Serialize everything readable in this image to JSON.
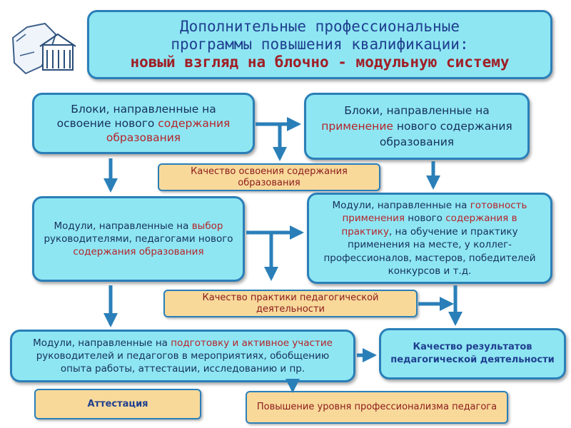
{
  "title": {
    "line1": "Дополнительные профессиональные",
    "line2": "программы повышения квалификации:",
    "line3": "новый взгляд на блочно - модульную систему"
  },
  "blocks": {
    "left": {
      "p1": "Блоки, направленные на освоение нового",
      "h1": "содержания образования"
    },
    "right": {
      "p1": "Блоки, направленные на",
      "h1": "применение",
      "p2": "нового содержания образования"
    }
  },
  "quality_mastery": "Качество освоения содержания образования",
  "modules": {
    "choice": {
      "p1": "Модули, направленные на",
      "h1": "выбор",
      "p2": "руководителями, педагогами нового",
      "h2": "содержания образования"
    },
    "readiness": {
      "p1": "Модули, направленные на",
      "h1": "готовность применения",
      "p2": "нового",
      "h2": "содержания в практику",
      "p3": ", на обучение и практику применения на месте, у коллег-профессионалов, мастеров, победителей конкурсов и т.д."
    },
    "participation": {
      "p1": "Модули, направленные на",
      "h1": "подготовку и активное участие",
      "p2": "руководителей и педагогов в мероприятиях, обобщению опыта работы, аттестации, исследованию и пр."
    }
  },
  "quality_practice": "Качество практики педагогической деятельности",
  "quality_results": "Качество результатов педагогической деятельности",
  "attestation": "Аттестация",
  "prof_level": "Повышение уровня профессионализма педагога",
  "colors": {
    "box_fill": "#8ee6f3",
    "box_border": "#2a7fb8",
    "quality_fill": "#f8d99a",
    "arrow": "#2a7fb8",
    "highlight": "#b5242a"
  }
}
